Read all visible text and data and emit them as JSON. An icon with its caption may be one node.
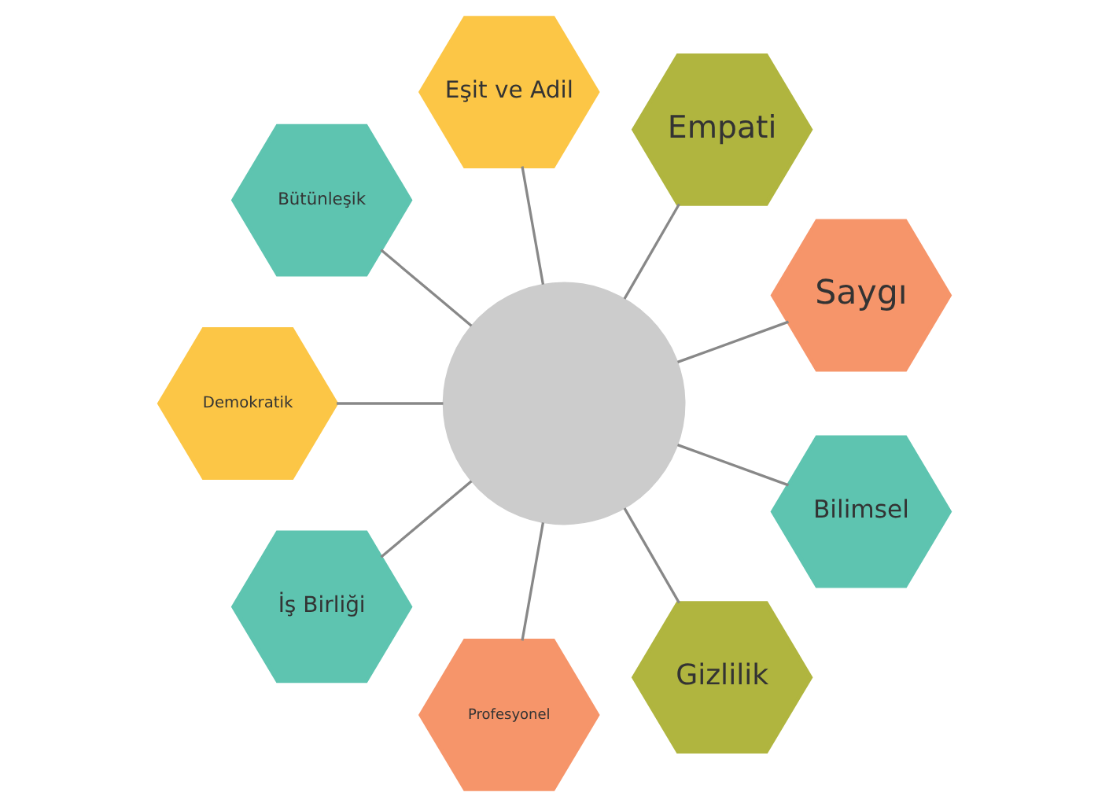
{
  "diagram": {
    "nodes": [
      {
        "text": [
          "Saygı"
        ]
      },
      {
        "text": [
          "Empati"
        ]
      },
      {
        "text": [
          "Eşit ve Adil"
        ]
      },
      {
        "text": [
          "Bütünleşik"
        ]
      },
      {
        "text": [],
        "shape": "circle"
      },
      {
        "text": [
          "Demokratik"
        ]
      },
      {
        "text": [
          "İş Birliği"
        ]
      },
      {
        "text": [
          "Profesyonel"
        ]
      },
      {
        "text": [
          "Gizlilik"
        ]
      },
      {
        "text": [
          "Bilimsel"
        ]
      }
    ],
    "edges": [
      {
        "from": 4,
        "to": 0,
        "arrow": "none"
      },
      {
        "from": 4,
        "to": 1,
        "arrow": "none"
      },
      {
        "from": 4,
        "to": 2,
        "arrow": "none"
      },
      {
        "from": 4,
        "to": 3,
        "arrow": "none"
      },
      {
        "from": 4,
        "to": 5,
        "arrow": "none"
      },
      {
        "from": 4,
        "to": 6,
        "arrow": "none"
      },
      {
        "from": 4,
        "to": 7,
        "arrow": "none"
      },
      {
        "from": 4,
        "to": 8,
        "arrow": "none"
      },
      {
        "from": 4,
        "to": 9,
        "arrow": "none"
      }
    ]
  }
}
